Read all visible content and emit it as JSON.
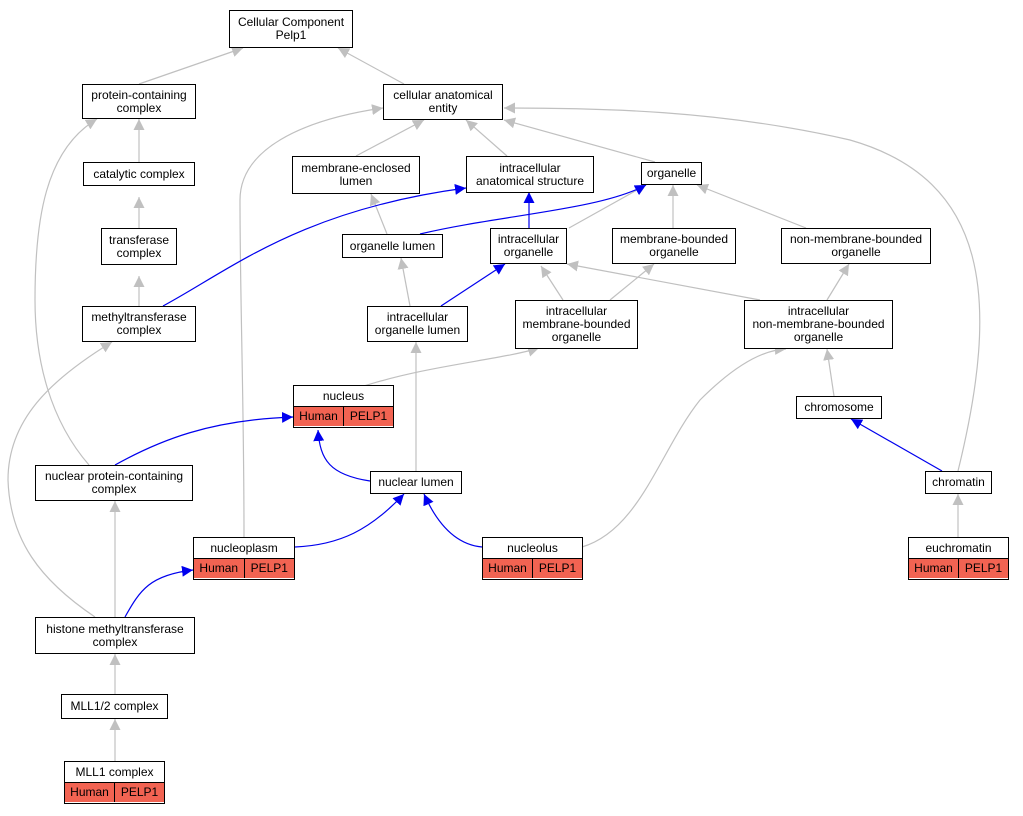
{
  "nodes": {
    "cc": "Cellular Component\nPelp1",
    "pcc": "protein-containing\ncomplex",
    "cae": "cellular anatomical\nentity",
    "cat": "catalytic complex",
    "mel": "membrane-enclosed\nlumen",
    "ias": "intracellular\nanatomical structure",
    "org": "organelle",
    "tc": "transferase\ncomplex",
    "ol": "organelle lumen",
    "io": "intracellular\norganelle",
    "mbo": "membrane-bounded\norganelle",
    "nmbo": "non-membrane-bounded\norganelle",
    "mtc": "methyltransferase\ncomplex",
    "iol": "intracellular\norganelle lumen",
    "imbo": "intracellular\nmembrane-bounded\norganelle",
    "inmbo": "intracellular\nnon-membrane-bounded\norganelle",
    "chr": "chromosome",
    "npc": "nuclear protein-containing\ncomplex",
    "nl": "nuclear lumen",
    "chrom": "chromatin",
    "hmc": "histone methyltransferase\ncomplex",
    "mll12": "MLL1/2 complex"
  },
  "annotated": {
    "nucleus": {
      "title": "nucleus",
      "species": "Human",
      "gene": "PELP1"
    },
    "nucleoplasm": {
      "title": "nucleoplasm",
      "species": "Human",
      "gene": "PELP1"
    },
    "nucleolus": {
      "title": "nucleolus",
      "species": "Human",
      "gene": "PELP1"
    },
    "euchromatin": {
      "title": "euchromatin",
      "species": "Human",
      "gene": "PELP1"
    },
    "mll1": {
      "title": "MLL1 complex",
      "species": "Human",
      "gene": "PELP1"
    }
  },
  "colors": {
    "is_a_edge": "#c0c0c0",
    "part_of_edge": "#0000ee",
    "annotation_fill": "#f26352",
    "node_border": "#000000"
  }
}
